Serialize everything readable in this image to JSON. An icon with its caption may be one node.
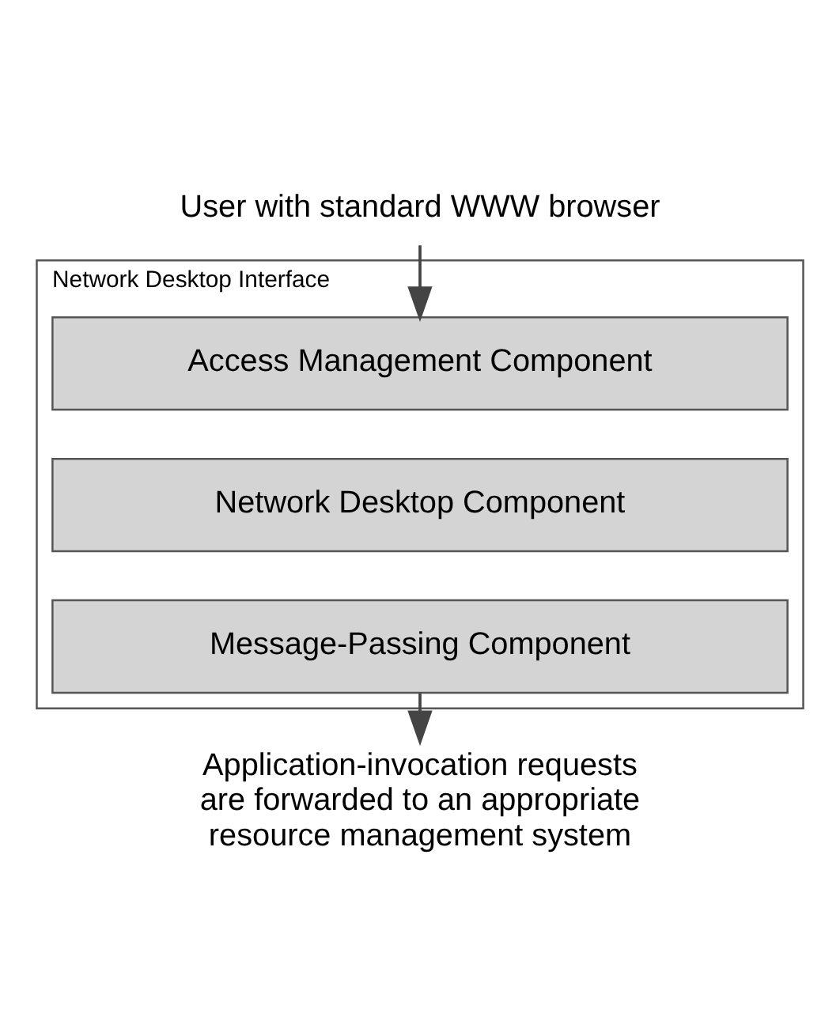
{
  "diagram": {
    "nodes": [
      {
        "text": [
          "User with standard WWW browser"
        ]
      },
      {
        "text": [
          "Network Desktop Interface"
        ]
      },
      {
        "text": [
          "Access Management Component"
        ],
        "in": 1
      },
      {
        "text": [
          "Network Desktop Component"
        ],
        "in": 1
      },
      {
        "text": [
          "Message-Passing Component"
        ],
        "in": 1
      },
      {
        "text": [
          "Application-invocation requests are forwarded to an appropriate resource management system"
        ]
      }
    ],
    "edges": [
      {
        "from": 0,
        "to": 2,
        "arrow": "to"
      },
      {
        "from": 4,
        "to": 5,
        "arrow": "to"
      }
    ]
  }
}
